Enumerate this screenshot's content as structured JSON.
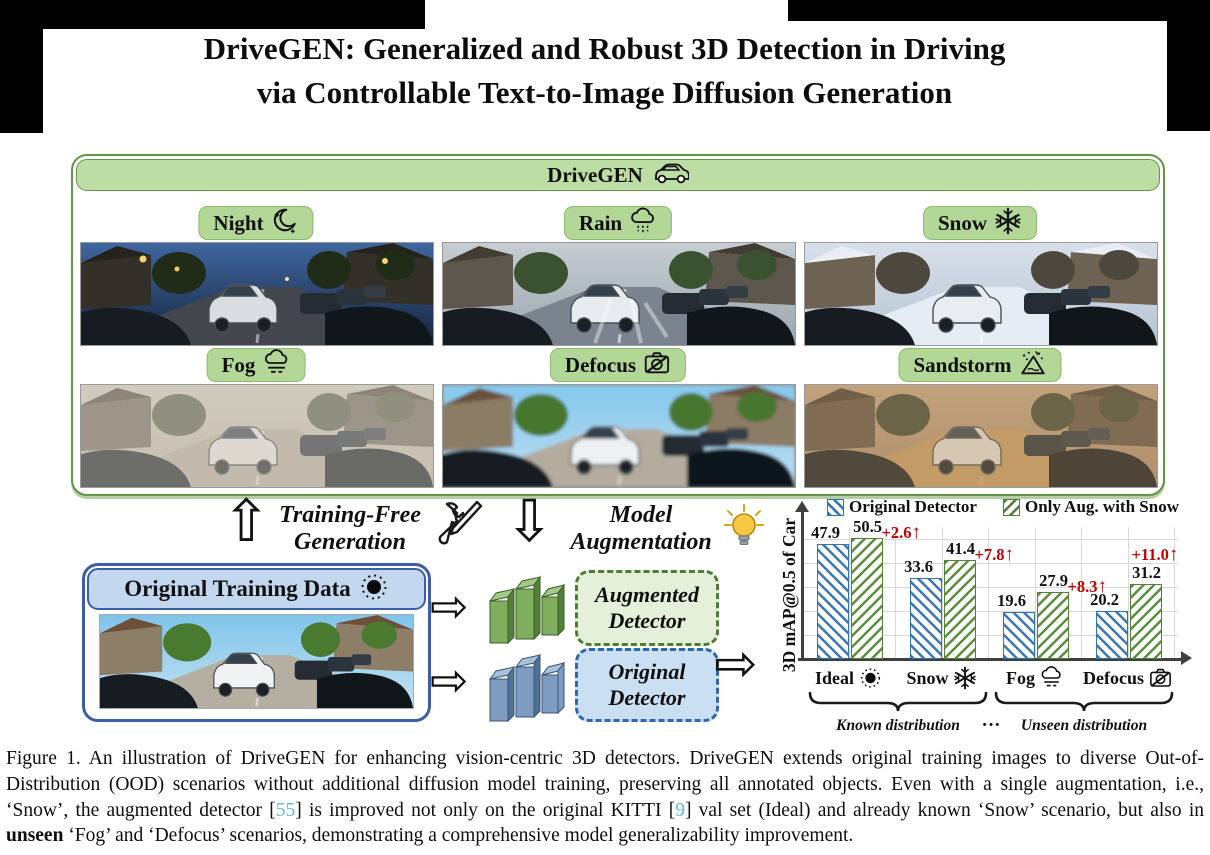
{
  "title": {
    "line1": "DriveGEN: Generalized and Robust 3D Detection in Driving",
    "line2": "via Controllable Text-to-Image Diffusion Generation"
  },
  "figure": {
    "header_label": "DriveGEN",
    "header_icon": "car-icon",
    "box_border_color": "#639547",
    "pill_fill_color": "#b2d796",
    "scenes": [
      {
        "label": "Night",
        "icon": "moon-icon",
        "palette": {
          "sky1": "#3f66a0",
          "sky2": "#16243c",
          "house": "#33302a",
          "roof": "#26221c",
          "tree": "#202b18",
          "road": "#43464c",
          "line": "#9aa0a8",
          "car": "#d8dde2",
          "lights": true
        }
      },
      {
        "label": "Rain",
        "icon": "rain-cloud-icon",
        "palette": {
          "sky1": "#c6cdd3",
          "sky2": "#9aa5ad",
          "house": "#5d564c",
          "roof": "#433c33",
          "tree": "#3a5230",
          "road": "#7b848e",
          "line": "#c3cad1",
          "car": "#e6ebef",
          "wet": true
        }
      },
      {
        "label": "Snow",
        "icon": "snowflake-icon",
        "palette": {
          "sky1": "#d7e0ea",
          "sky2": "#b6c4d2",
          "house": "#6e6253",
          "roof": "#e9eef5",
          "tree": "#4d483e",
          "road": "#e6ecf3",
          "line": "#f7fafc",
          "car": "#e8edf1"
        }
      },
      {
        "label": "Fog",
        "icon": "fog-icon",
        "palette": {
          "sky1": "#cdc8bd",
          "sky2": "#b5ad9f",
          "house": "#6d655a",
          "roof": "#50483d",
          "tree": "#555b49",
          "road": "#b0a89b",
          "line": "#d6d0c6",
          "car": "#e3e1da",
          "overlay": "rgba(214,208,196,0.45)"
        }
      },
      {
        "label": "Defocus",
        "icon": "camera-off-icon",
        "palette": {
          "sky1": "#86c8ec",
          "sky2": "#bcdef2",
          "house": "#8b7c66",
          "roof": "#6b4f3a",
          "tree": "#47762f",
          "road": "#b3ac9f",
          "line": "#d9d4c9",
          "car": "#eef1f2",
          "blur": true
        }
      },
      {
        "label": "Sandstorm",
        "icon": "sandstorm-icon",
        "palette": {
          "sky1": "#c2a585",
          "sky2": "#a8896a",
          "house": "#5c5244",
          "roof": "#463d31",
          "tree": "#3e4530",
          "road": "#c39a63",
          "line": "#cfa979",
          "car": "#e0ddd4",
          "overlay": "rgba(193,159,112,0.35)"
        }
      }
    ]
  },
  "pipeline": {
    "training_free": {
      "line1": "Training-Free",
      "line2": "Generation",
      "icon": "tools-icon"
    },
    "model_aug": {
      "line1": "Model",
      "line2": "Augmentation",
      "icon": "bulb-icon"
    },
    "original_data_label": "Original Training Data",
    "original_data_icon": "sun-icon",
    "original_scene_palette": {
      "sky1": "#7fc4ea",
      "sky2": "#c4e2f2",
      "house": "#8d7e68",
      "roof": "#6e4f38",
      "tree": "#4a7a30",
      "road": "#b5afa2",
      "line": "#dbd6cb",
      "car": "#f0f2f3"
    },
    "augmented_detector": {
      "line1": "Augmented",
      "line2": "Detector",
      "accent": "#4e7d33"
    },
    "original_detector": {
      "line1": "Original",
      "line2": "Detector",
      "accent": "#2e68ad"
    }
  },
  "chart_data": {
    "type": "bar",
    "ylabel": "3D mAP@0.5 of Car",
    "categories": [
      "Ideal",
      "Snow",
      "Fog",
      "Defocus"
    ],
    "category_icons": [
      "sun-icon",
      "snowflake-icon",
      "fog-icon",
      "camera-off-icon"
    ],
    "series": [
      {
        "name": "Original Detector",
        "color": "#2e75b6",
        "hatch": "/",
        "values": [
          47.9,
          33.6,
          19.6,
          20.2
        ]
      },
      {
        "name": "Only Aug. with Snow",
        "color": "#538135",
        "hatch": "\\",
        "values": [
          50.5,
          41.4,
          27.9,
          31.2
        ]
      }
    ],
    "gains": [
      "+2.6",
      "+7.8",
      "+8.3",
      "+11.0"
    ],
    "gain_arrow_glyph": "↑",
    "gain_color": "#c00000",
    "groups": [
      {
        "label": "Known distribution",
        "span": [
          "Ideal",
          "Snow"
        ]
      },
      {
        "label": "Unseen distribution",
        "span": [
          "Fog",
          "Defocus"
        ]
      }
    ],
    "separator": "···",
    "ylim": [
      0,
      55
    ],
    "grid": true,
    "legend_position": "top",
    "axis_color": "#3f3f3f"
  },
  "caption": {
    "segments": [
      {
        "text": "Figure 1.  An illustration of DriveGEN for enhancing vision-centric 3D detectors.  DriveGEN extends original training images to diverse Out-of-Distribution (OOD) scenarios without additional diffusion model training, preserving all annotated objects.  Even with a single augmentation, i.e., ‘Snow’, the augmented detector ["
      },
      {
        "text": "55",
        "style": "cite"
      },
      {
        "text": "] is improved not only on the original KITTI ["
      },
      {
        "text": "9",
        "style": "cite"
      },
      {
        "text": "] val set (Ideal) and already known ‘Snow’ scenario, but also in "
      },
      {
        "text": "unseen",
        "style": "bold"
      },
      {
        "text": " ‘Fog’ and ‘Defocus’ scenarios, demonstrating a comprehensive model generalizability improvement."
      }
    ],
    "cite_color": "#63b6e6"
  }
}
